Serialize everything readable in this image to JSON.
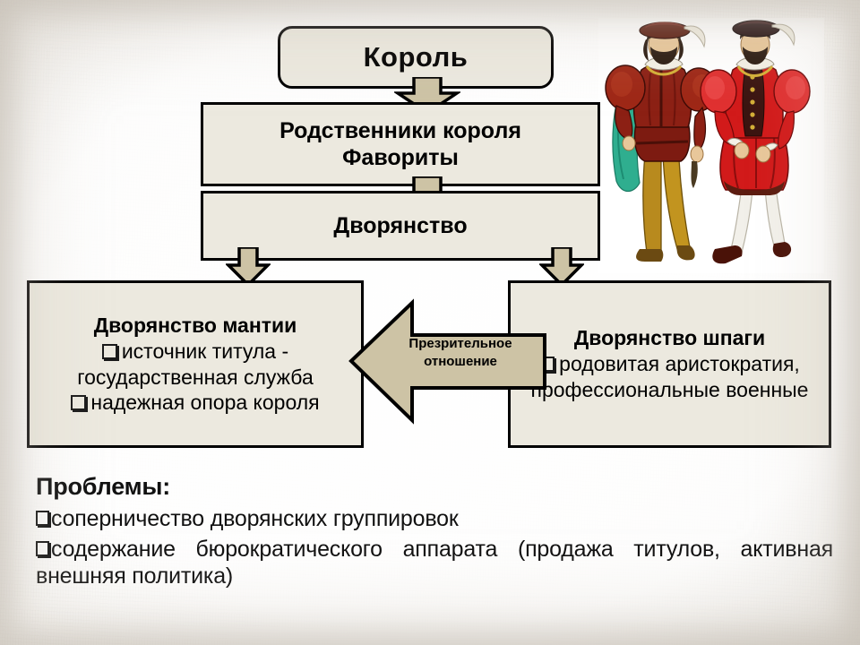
{
  "slide": {
    "background_color": "#f3f1ec",
    "box_fill": "#ece9df",
    "arrow_fill": "#cdc3a5",
    "border_color": "#000000"
  },
  "hierarchy": {
    "king": {
      "label": "Король"
    },
    "relatives": {
      "line1": "Родственники короля",
      "line2": "Фавориты"
    },
    "nobility": {
      "label": "Дворянство"
    },
    "robe": {
      "title": "Дворянство мантии",
      "bullets": [
        "источник титула - государственная служба",
        "надежная опора короля"
      ]
    },
    "sword": {
      "title": "Дворянство шпаги",
      "bullets": [
        "родовитая аристократия, профессиональные военные"
      ]
    },
    "scorn_arrow": {
      "line1": "Презрительное",
      "line2": "отношение",
      "direction": "left"
    }
  },
  "illustration": {
    "name": "two-renaissance-noblemen",
    "alt": "Два дворянина эпохи Возрождения",
    "colors": {
      "left_doublet": "#8c2014",
      "left_cloak": "#2fae8f",
      "left_hose": "#b88a1e",
      "right_doublet": "#d21a1a",
      "right_hose": "#f2f0ea",
      "skin": "#e8c79a",
      "hat": "#4a1d12",
      "shoe": "#4a1208"
    }
  },
  "problems": {
    "title": "Проблемы:",
    "items": [
      "соперничество дворянских группировок",
      "содержание бюрократического аппарата (продажа титулов, активная внешняя политика)"
    ]
  }
}
